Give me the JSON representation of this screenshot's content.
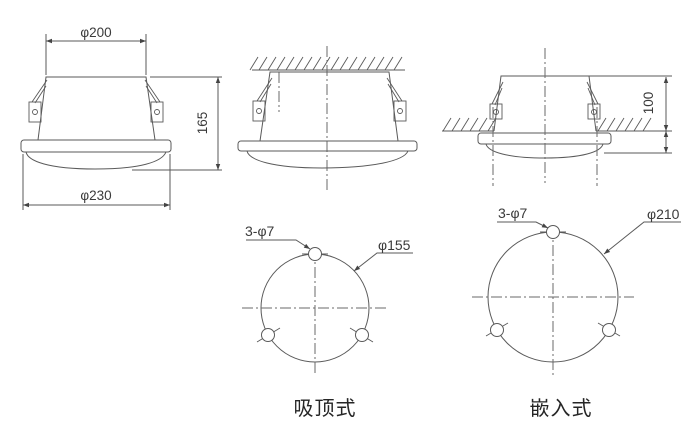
{
  "colors": {
    "background": "#ffffff",
    "line": "#5a5a5a",
    "text": "#3a3a3a",
    "arrow": "#444444"
  },
  "views": {
    "surface_side": {
      "dim_top_diameter": "φ200",
      "dim_height": "165",
      "dim_bottom_diameter": "φ230"
    },
    "recessed": {
      "dim_recess_depth": "100"
    },
    "holes_surface": {
      "holes_count_label": "3-φ7",
      "bolt_circle_diameter": "φ155"
    },
    "holes_recessed": {
      "holes_count_label": "3-φ7",
      "bolt_circle_diameter": "φ210"
    },
    "captions": {
      "surface_mount": "吸顶式",
      "recessed_mount": "嵌入式"
    }
  }
}
